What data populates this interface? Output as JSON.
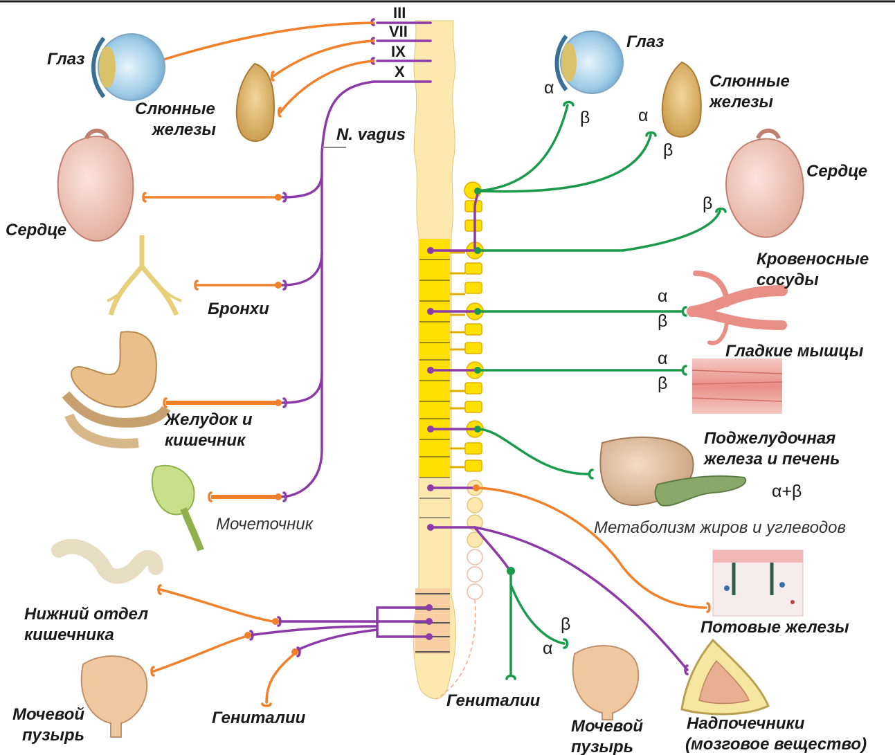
{
  "colors": {
    "parasympathetic": "#8b3aa8",
    "parasympathetic_post": "#f0802a",
    "sympathetic": "#1a9a4a",
    "spinal_cord": "#fde9b0",
    "sympathetic_chain": "#ffe000"
  },
  "cranial_nerves": [
    "III",
    "VII",
    "IX",
    "X"
  ],
  "vagus_label": "N. vagus",
  "left_organs": {
    "eye": "Глаз",
    "salivary_1": "Слюнные",
    "salivary_2": "железы",
    "heart": "Сердце",
    "bronchi": "Бронхи",
    "stomach_1": "Желудок и",
    "stomach_2": "кишечник",
    "ureter": "Мочеточник",
    "lower_intestine_1": "Нижний отдел",
    "lower_intestine_2": "кишечника",
    "bladder_1": "Мочевой",
    "bladder_2": "пузырь",
    "genitals": "Гениталии"
  },
  "right_organs": {
    "eye": "Глаз",
    "salivary_1": "Слюнные",
    "salivary_2": "железы",
    "heart": "Сердце",
    "vessels_1": "Кровеносные",
    "vessels_2": "сосуды",
    "smooth_muscle": "Гладкие мышцы",
    "pancreas_1": "Поджелудочная",
    "pancreas_2": "железа и печень",
    "alpha_beta": "α+β",
    "metabolism": "Метаболизм жиров и углеводов",
    "sweat": "Потовые железы",
    "adrenal_1": "Надпочечники",
    "adrenal_2": "(мозговое вещество)",
    "bladder_1": "Мочевой",
    "bladder_2": "пузырь",
    "genitals": "Гениталии"
  },
  "receptors": {
    "alpha": "α",
    "beta": "β"
  }
}
